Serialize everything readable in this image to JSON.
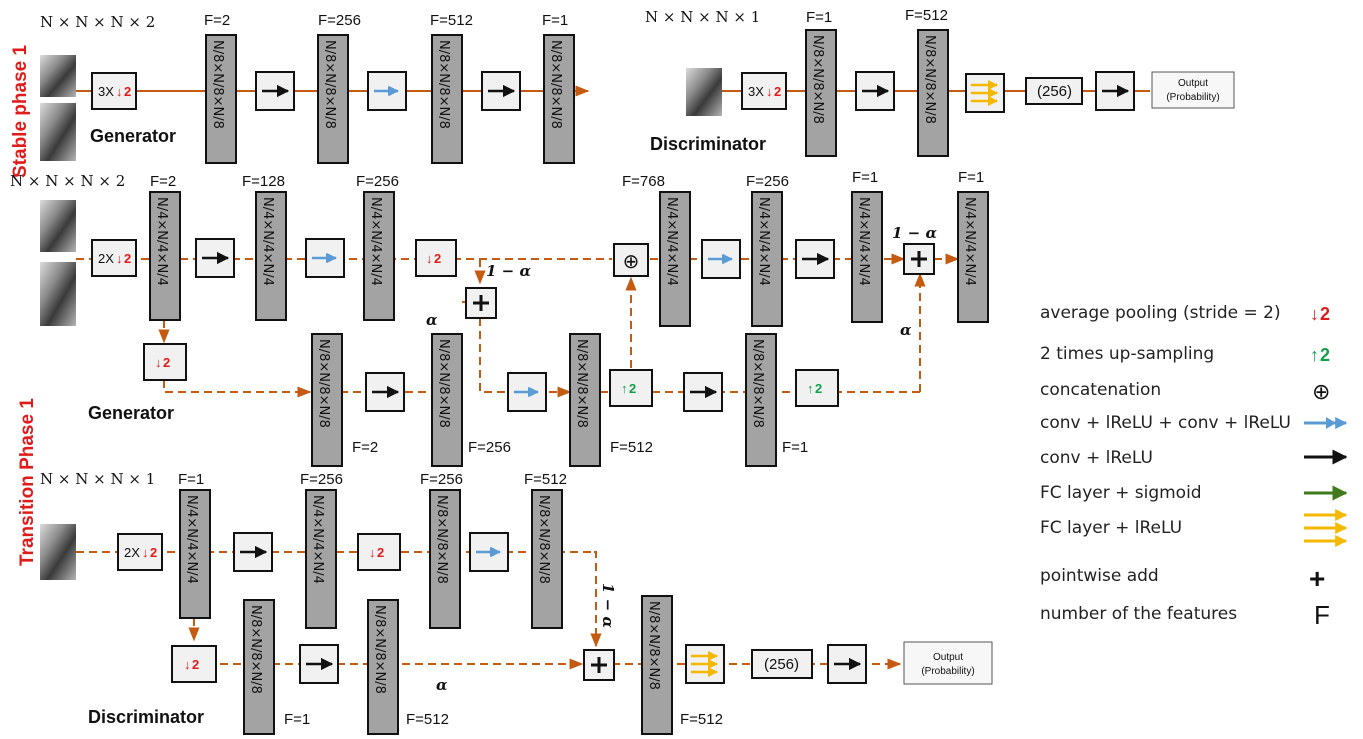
{
  "labels": {
    "phase_stable": "Stable phase 1",
    "phase_transition": "Transition Phase 1",
    "generator": "Generator",
    "discriminator": "Discriminator",
    "in_gen": "N × N × N × 2",
    "in_disc": "N × N × N × 1",
    "alpha": "α",
    "one_minus_alpha": "1 − α",
    "out_line1": "Output",
    "out_line2": "(Probability)",
    "fc_256": "(256)"
  },
  "block_labels": {
    "n8": "N/8×N/8×N/8",
    "n4": "N/4×N/4×N/4"
  },
  "pool": {
    "p3": "3X",
    "p2": "2X",
    "d2": "2",
    "u2": "2"
  },
  "features": {
    "s_g1": "F=2",
    "s_g2": "F=256",
    "s_g3": "F=512",
    "s_g4": "F=1",
    "s_d1": "F=1",
    "s_d2": "F=512",
    "t_g1": "F=2",
    "t_g2": "F=128",
    "t_g3": "F=256",
    "t_g4": "F=768",
    "t_g5": "F=256",
    "t_g6": "F=1",
    "t_g7": "F=1",
    "t_g8": "F=2",
    "t_g9": "F=256",
    "t_g10": "F=512",
    "t_g11": "F=1",
    "t_d1": "F=1",
    "t_d2": "F=256",
    "t_d3": "F=256",
    "t_d4": "F=512",
    "t_d5": "F=1",
    "t_d6": "F=512",
    "t_d7": "F=512"
  },
  "legend": [
    {
      "label": "average pooling (stride = 2)",
      "icon": "down-arrow-2-icon",
      "sym": "2"
    },
    {
      "label": "2 times up-sampling",
      "icon": "up-arrow-2-icon",
      "sym": "2"
    },
    {
      "label": "concatenation",
      "icon": "concat-icon",
      "sym": "⊕"
    },
    {
      "label": "conv + lReLU + conv + lReLU",
      "icon": "blue-double-arrow-icon"
    },
    {
      "label": "conv + lReLU",
      "icon": "black-arrow-icon"
    },
    {
      "label": "FC layer + sigmoid",
      "icon": "green-arrow-icon"
    },
    {
      "label": "FC layer + lReLU",
      "icon": "yellow-triple-arrow-icon"
    },
    {
      "label": "pointwise add",
      "icon": "plus-icon",
      "sym": "+"
    },
    {
      "label": "number of the features",
      "icon": "f-symbol",
      "sym": "F"
    }
  ],
  "colors": {
    "flow": "#c55a11",
    "pool_red": "#e01b1b",
    "up_green": "#12a14a",
    "blue": "#5b9bd5",
    "black": "#111111",
    "green": "#3f7a1c",
    "yellow": "#f5b800",
    "phase_red": "#e01b1b"
  }
}
